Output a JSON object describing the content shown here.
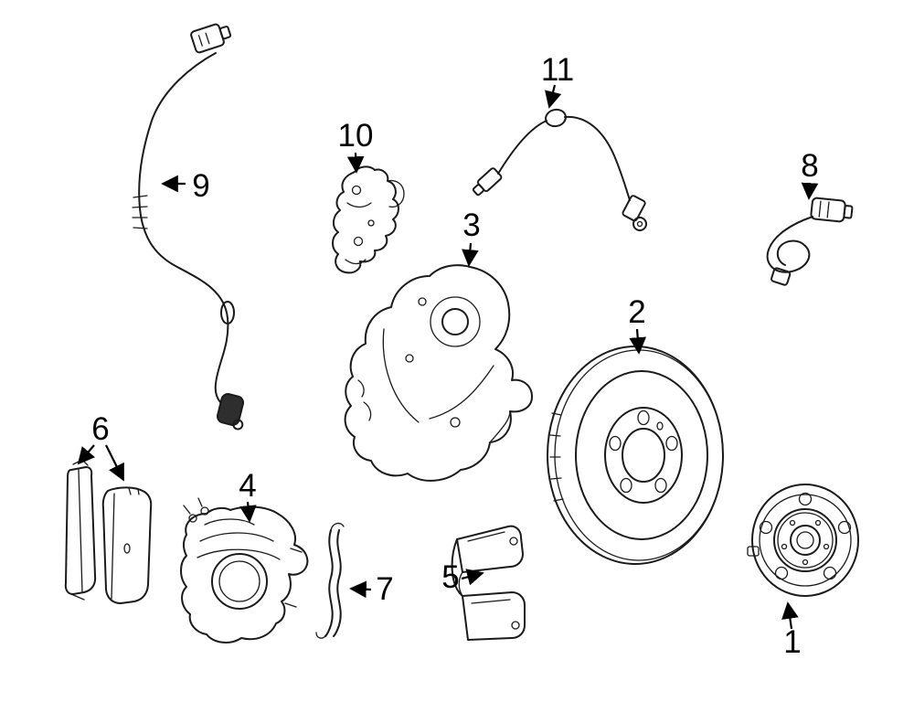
{
  "diagram": {
    "background_color": "#ffffff",
    "line_color": "#1a1a1a",
    "label_color": "#000000",
    "parts": [
      {
        "label": "1",
        "name": "wheel-hub-bearing"
      },
      {
        "label": "2",
        "name": "brake-rotor-disc"
      },
      {
        "label": "3",
        "name": "brake-splash-shield"
      },
      {
        "label": "4",
        "name": "brake-caliper"
      },
      {
        "label": "5",
        "name": "caliper-carrier-bracket"
      },
      {
        "label": "6",
        "name": "brake-pad-set"
      },
      {
        "label": "7",
        "name": "pad-retaining-spring-clip"
      },
      {
        "label": "8",
        "name": "brake-pad-wear-sensor"
      },
      {
        "label": "9",
        "name": "abs-wheel-speed-sensor"
      },
      {
        "label": "10",
        "name": "sensor-wire-bracket"
      },
      {
        "label": "11",
        "name": "brake-hose"
      }
    ]
  }
}
